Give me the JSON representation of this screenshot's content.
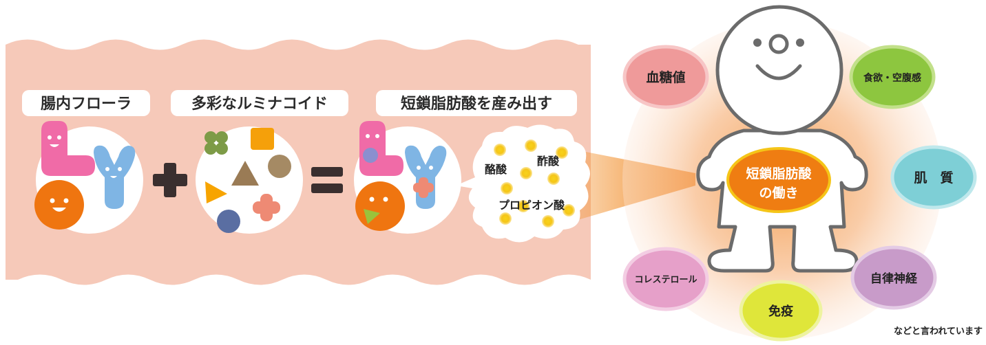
{
  "labels": {
    "flora": "腸内フローラ",
    "luminacoid": "多彩なルミナコイド",
    "scfa_make": "短鎖脂肪酸を産み出す"
  },
  "operators": {
    "plus": "+",
    "equals": "="
  },
  "acids": {
    "butyric": "酪酸",
    "acetic": "酢酸",
    "propionic": "プロピオン酸"
  },
  "center": {
    "line1": "短鎖脂肪酸",
    "line2": "の働き"
  },
  "effects": {
    "blood_sugar": "血糖値",
    "appetite": "食欲・空腹感",
    "skin": "肌　質",
    "autonomic": "自律神経",
    "immunity": "免疫",
    "cholesterol": "コレステロール"
  },
  "footnote": "などと言われています",
  "colors": {
    "intestine_bg": "#f6c9b9",
    "blood_sugar": "#ef9a9a",
    "appetite": "#8dc63f",
    "skin": "#7ecfd6",
    "autonomic": "#c89bc9",
    "immunity": "#dfe63a",
    "cholesterol": "#e6a0c9",
    "center": "#ef7d12"
  }
}
